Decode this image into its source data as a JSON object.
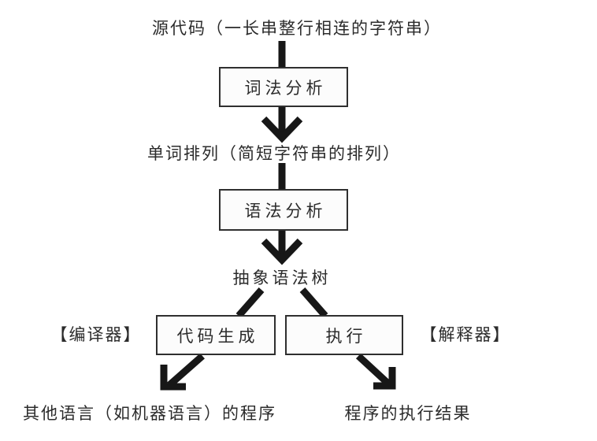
{
  "nodes": {
    "source_code": "源代码（一长串整行相连的字符串）",
    "lexical": "词法分析",
    "tokens": "单词排列（简短字符串的排列）",
    "syntax": "语法分析",
    "ast": "抽象语法树",
    "codegen": "代码生成",
    "execute": "执行",
    "compiler": "【编译器】",
    "interpreter": "【解释器】",
    "target_program": "其他语言（如机器语言）的程序",
    "result": "程序的执行结果"
  },
  "colors": {
    "background": "#ffffff",
    "text": "#2b2b2b",
    "arrow": "#171717",
    "box_border": "#2f2f2f",
    "box_fill": "#fcfcfc"
  }
}
